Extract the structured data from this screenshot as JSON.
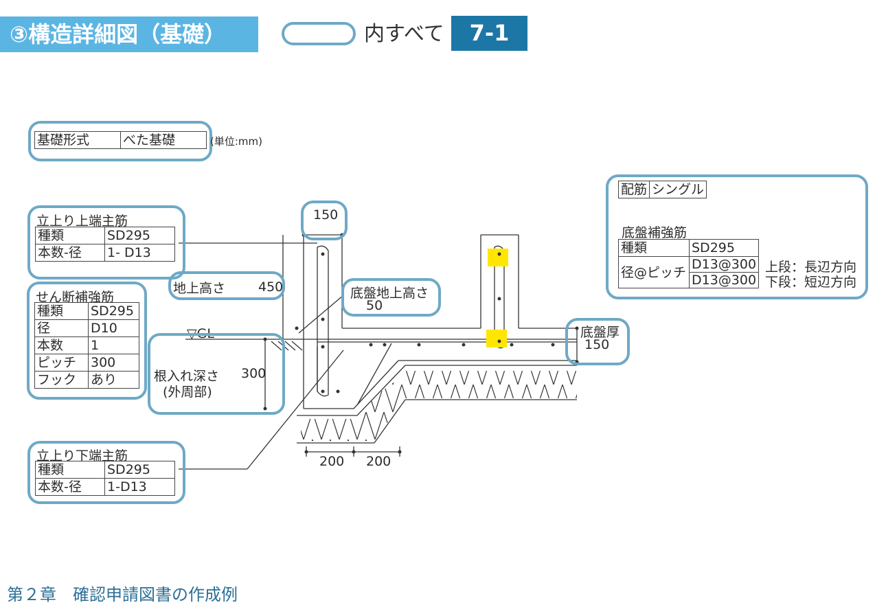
{
  "header": {
    "title": "③構造詳細図（基礎）",
    "selector_text": "内すべて",
    "badge": "7-1"
  },
  "foundation_type": {
    "label": "基礎形式",
    "value": "べた基礎",
    "unit_note": "(単位:mm)"
  },
  "rebar_config": {
    "label": "配筋",
    "value": "シングル",
    "slab_reinforcement": {
      "title": "底盤補強筋",
      "type_label": "種類",
      "type_value": "SD295",
      "pitch_label": "径@ピッチ",
      "pitch_upper": "D13@300",
      "pitch_lower": "D13@300",
      "upper_note": "上段：長辺方向",
      "lower_note": "下段：短辺方向"
    }
  },
  "top_main_bar": {
    "title": "立上り上端主筋",
    "type_label": "種類",
    "type_value": "SD295",
    "count_label": "本数-径",
    "count_value": "1- D13"
  },
  "shear_bar": {
    "title": "せん断補強筋",
    "rows": [
      {
        "label": "種類",
        "value": "SD295"
      },
      {
        "label": "径",
        "value": "D10"
      },
      {
        "label": "本数",
        "value": "1"
      },
      {
        "label": "ピッチ",
        "value": "300"
      },
      {
        "label": "フック",
        "value": "あり"
      }
    ]
  },
  "bottom_main_bar": {
    "title": "立上り下端主筋",
    "type_label": "種類",
    "type_value": "SD295",
    "count_label": "本数-径",
    "count_value": "1-D13"
  },
  "dimensions": {
    "wall_width": "150",
    "above_ground_label": "地上高さ",
    "above_ground_value": "450",
    "slab_above_ground_label": "底盤地上高さ",
    "slab_above_ground_value": "50",
    "embed_depth_label": "根入れ深さ",
    "embed_depth_sub": "(外周部)",
    "embed_depth_value": "300",
    "slab_thickness_label": "底盤厚",
    "slab_thickness_value": "150",
    "footing_left": "200",
    "footing_right": "200",
    "gl_label": "▽GL"
  },
  "footer": "第２章　確認申請図書の作成例",
  "colors": {
    "title_bg": "#5bb5e3",
    "badge_bg": "#1c77a6",
    "callout_border": "#6ea9c6",
    "highlight": "#ffe600"
  }
}
